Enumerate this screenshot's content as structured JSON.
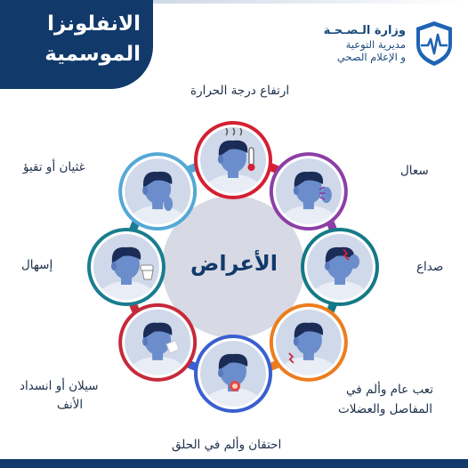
{
  "header": {
    "title_line1": "الانفلونزا",
    "title_line2": "الموسمية",
    "ministry_line1": "وزارة الـصـحـة",
    "ministry_line2": "مديرية التوعية",
    "ministry_line3": "و الإعلام الصحي",
    "logo_icon": "heartbeat-shield-icon"
  },
  "center": {
    "label": "الأعراض"
  },
  "symptoms": [
    {
      "label": "ارتفاع درجة الحرارة",
      "ring_color": "#d42033",
      "icon": "thermometer-icon"
    },
    {
      "label": "سعال",
      "ring_color": "#8c3fa6",
      "icon": "cough-icon"
    },
    {
      "label": "صداع",
      "ring_color": "#137a87",
      "icon": "headache-icon"
    },
    {
      "label": "تعب عام وألم في",
      "label2": "المفاصل والعضلات",
      "ring_color": "#ec7d1e",
      "icon": "body-ache-icon"
    },
    {
      "label": "احتقان وألم في الحلق",
      "ring_color": "#3a5fcf",
      "icon": "sore-throat-icon"
    },
    {
      "label": "سيلان أو انسداد",
      "label2": "الأنف",
      "ring_color": "#c62a3a",
      "icon": "runny-nose-icon"
    },
    {
      "label": "إسهال",
      "ring_color": "#1a7d8f",
      "icon": "toilet-icon"
    },
    {
      "label": "غثيان أو تقيؤ",
      "ring_color": "#53a8d6",
      "icon": "nausea-icon"
    }
  ],
  "colors": {
    "navy": "#113a6b",
    "hub": "#d7d9e4",
    "hub_text": "#113a6b",
    "arrow": "#3f3fa0",
    "skin": "#6b8dcb",
    "hair": "#1b2c57",
    "circle_bg": "#cfd9ea"
  }
}
